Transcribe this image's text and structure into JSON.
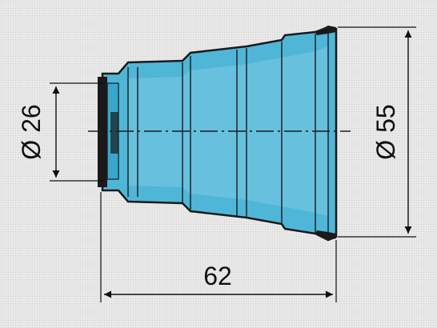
{
  "drawing": {
    "dimensions": {
      "inner_diameter": "Ø 26",
      "outer_diameter": "Ø 55",
      "length": "62"
    },
    "colors": {
      "body": "#4fb6d8",
      "body_light": "#8fd2ec",
      "outline": "#1a1a1a",
      "background": "#e9e9e9"
    }
  }
}
